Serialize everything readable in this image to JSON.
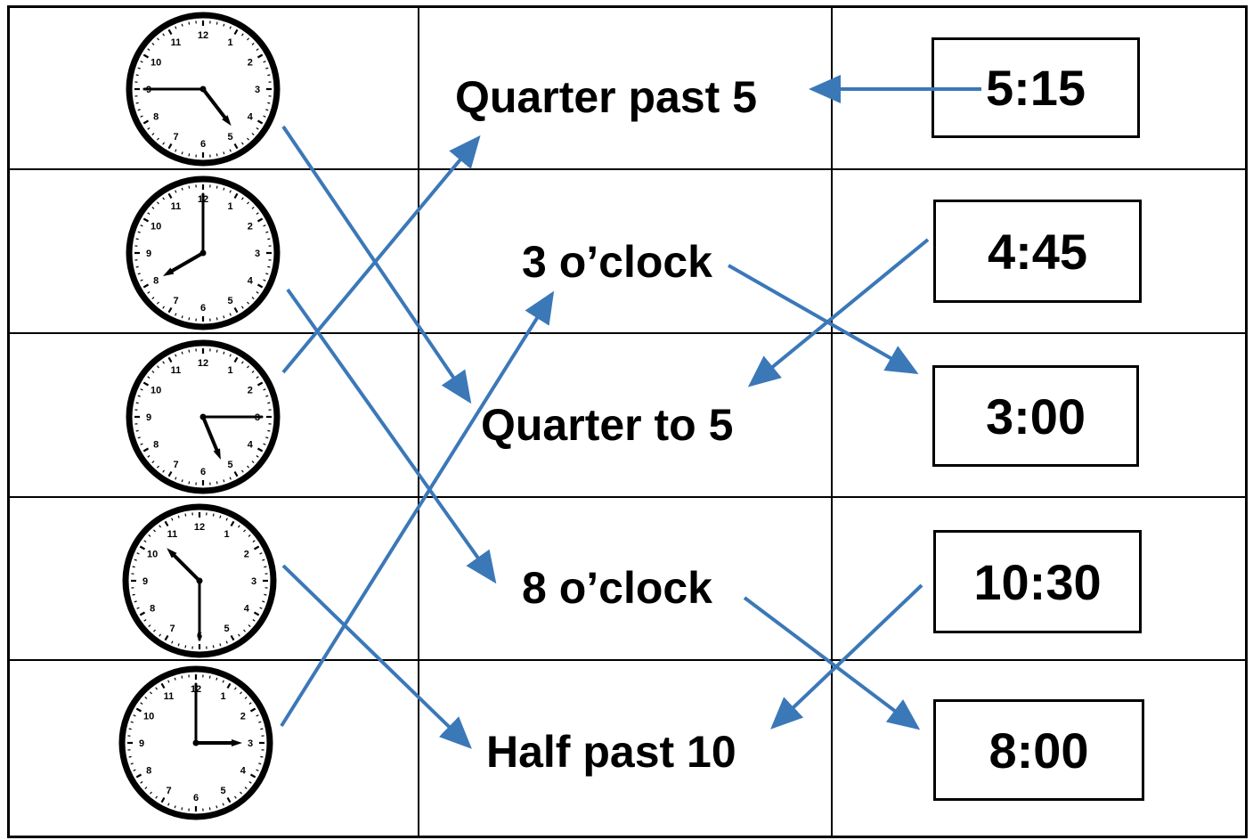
{
  "clocks": [
    {
      "hour": 4,
      "minute": 45
    },
    {
      "hour": 8,
      "minute": 0
    },
    {
      "hour": 5,
      "minute": 15
    },
    {
      "hour": 10,
      "minute": 30
    },
    {
      "hour": 3,
      "minute": 0
    }
  ],
  "clock_numbers": [
    "12",
    "1",
    "2",
    "3",
    "4",
    "5",
    "6",
    "7",
    "8",
    "9",
    "10",
    "11"
  ],
  "phrases": [
    "Quarter past 5",
    "3 o’clock",
    "Quarter to 5",
    "8 o’clock",
    "Half past 10"
  ],
  "times": [
    "5:15",
    "4:45",
    "3:00",
    "10:30",
    "8:00"
  ],
  "colors": {
    "arrow": "#3b78b8",
    "line": "#000000"
  }
}
